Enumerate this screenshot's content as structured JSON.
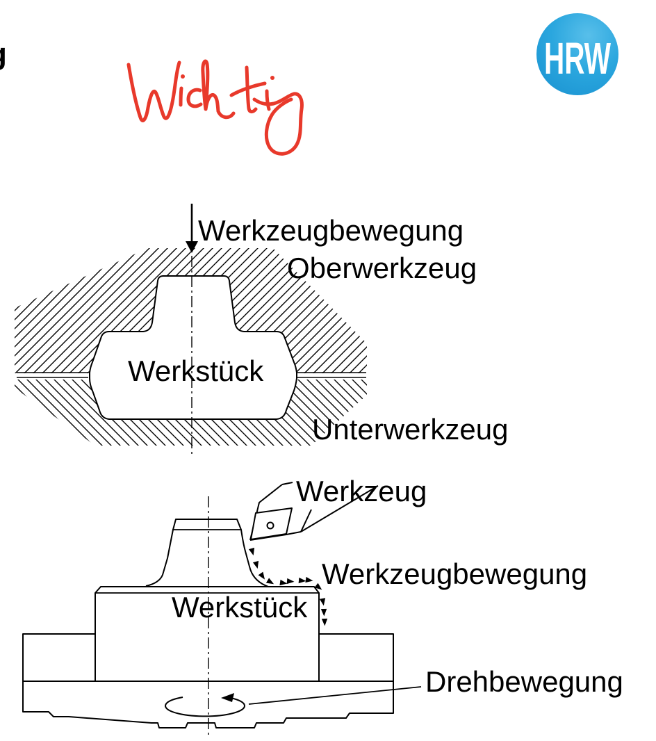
{
  "logo": {
    "text": "HRW",
    "highlight": "#58bfea",
    "base": "#2aa6de",
    "edge": "#1b93d1",
    "text_color": "#ffffff"
  },
  "annotation": {
    "text": "Wichtig",
    "color": "#e8392b"
  },
  "heading_fragment": "g",
  "forging": {
    "labels": {
      "tool_movement": "Werkzeugbewegung",
      "upper_tool": "Oberwerkzeug",
      "workpiece": "Werkstück",
      "lower_tool": "Unterwerkzeug"
    }
  },
  "turning": {
    "labels": {
      "tool": "Werkzeug",
      "tool_movement": "Werkzeugbewegung",
      "workpiece": "Werkstück",
      "rotation": "Drehbewegung"
    }
  }
}
